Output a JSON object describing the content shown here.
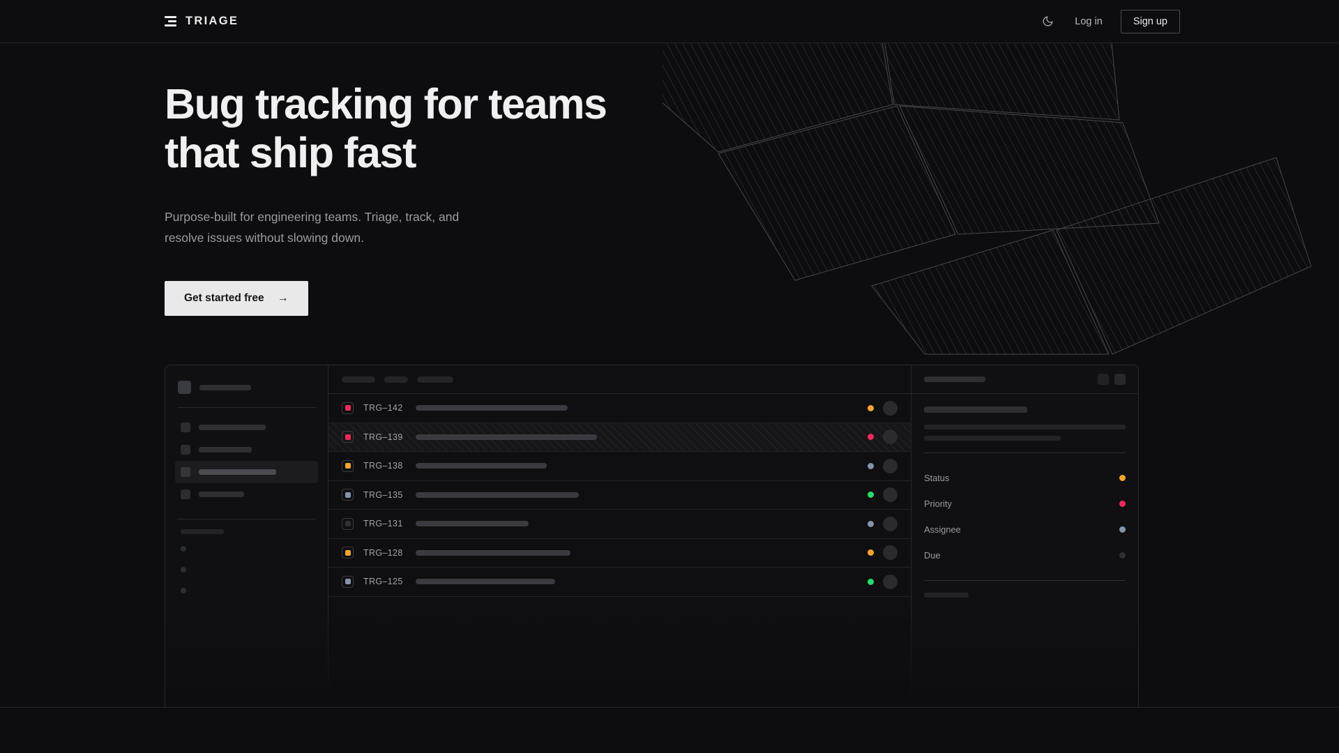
{
  "brand": {
    "name": "TRIAGE",
    "mark_icon": "stack-bars-icon"
  },
  "nav": {
    "theme_toggle_icon": "moon-icon",
    "login_label": "Log in",
    "signup_label": "Sign up"
  },
  "hero": {
    "heading_line1": "Bug tracking for teams",
    "heading_line2": "that ship fast",
    "subtext": "Purpose-built for engineering teams. Triage, track, and resolve issues without slowing down.",
    "cta_label": "Get started free",
    "cta_arrow_icon": "arrow-right-icon"
  },
  "colors": {
    "page_bg": "#0d0d0f",
    "panel_bg": "#0f0f11",
    "border": "#26262a",
    "text_primary": "#f0f0f1",
    "text_muted": "#9c9ca1",
    "cta_bg": "#e9e9ea",
    "status_amber": "#f5a623",
    "status_pink": "#f4275e",
    "status_green": "#22dd6e",
    "status_blue_gray": "#8494ab",
    "status_idle": "#2f2f34"
  },
  "app_mock": {
    "sidebar": {
      "workspace_placeholder": true,
      "nav_items": [
        {
          "name": "nav-item-1",
          "active": false,
          "width": 96
        },
        {
          "name": "nav-item-2",
          "active": false,
          "width": 76
        },
        {
          "name": "nav-item-3",
          "active": true,
          "width": 111
        },
        {
          "name": "nav-item-4",
          "active": false,
          "width": 65
        }
      ],
      "section_caption_width": 62,
      "mini_items": 3
    },
    "toolbar": {
      "chips": [
        48,
        34,
        52
      ]
    },
    "list": {
      "columns": [
        "badge",
        "id",
        "title",
        "status",
        "assignee"
      ],
      "rows": [
        {
          "id": "TRG–142",
          "priority": "pink",
          "status": "amber",
          "title_width": 218,
          "selected": false
        },
        {
          "id": "TRG–139",
          "priority": "pink",
          "status": "pink",
          "title_width": 260,
          "selected": true
        },
        {
          "id": "TRG–138",
          "priority": "amber",
          "status": "blue_gray",
          "title_width": 188,
          "selected": false
        },
        {
          "id": "TRG–135",
          "priority": "blue_gray",
          "status": "green",
          "title_width": 234,
          "selected": false
        },
        {
          "id": "TRG–131",
          "priority": "idle",
          "status": "blue_gray",
          "title_width": 162,
          "selected": false
        },
        {
          "id": "TRG–128",
          "priority": "amber",
          "status": "amber",
          "title_width": 222,
          "selected": false
        },
        {
          "id": "TRG–125",
          "priority": "blue_gray",
          "status": "green",
          "title_width": 200,
          "selected": false
        }
      ]
    },
    "detail": {
      "title_placeholder_width": 88,
      "header_actions": [
        "detail-action-1",
        "detail-action-2"
      ],
      "body_placeholders": [
        148,
        289,
        196
      ],
      "meta": [
        {
          "label": "Status",
          "dot": "amber"
        },
        {
          "label": "Priority",
          "dot": "pink"
        },
        {
          "label": "Assignee",
          "dot": "blue_gray"
        },
        {
          "label": "Due",
          "dot": "idle"
        }
      ],
      "activity_caption_width": 64,
      "activity_avatars": 2
    }
  }
}
